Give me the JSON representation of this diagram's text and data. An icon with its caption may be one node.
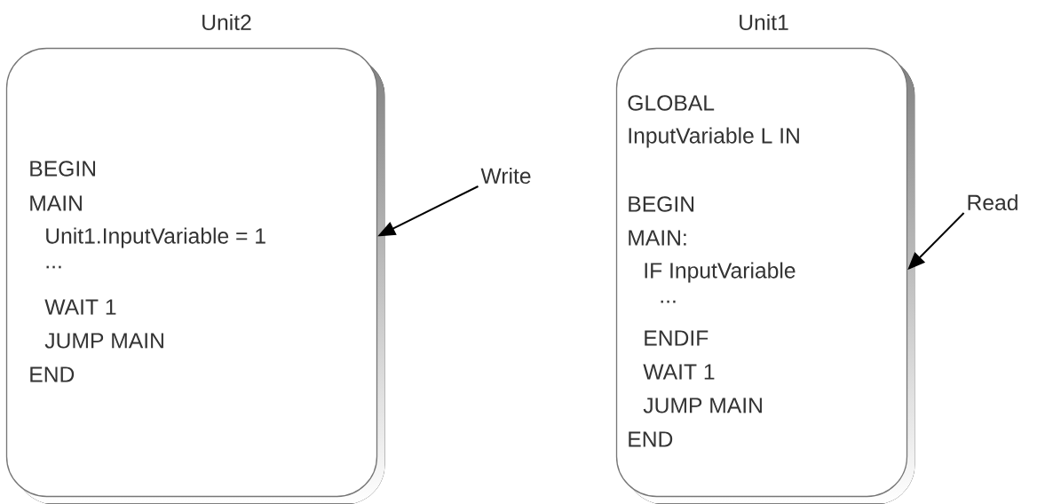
{
  "diagram": {
    "nodes": [
      {
        "text": [
          "Unit2",
          "BEGIN",
          "MAIN",
          "Unit1.InputVariable = 1",
          "...",
          "WAIT 1",
          "JUMP MAIN",
          "END"
        ]
      },
      {
        "text": [
          "Write"
        ]
      },
      {
        "text": [
          "Unit1",
          "GLOBAL",
          "InputVariable L IN",
          "BEGIN",
          "MAIN:",
          "IF InputVariable",
          "...",
          "ENDIF",
          "WAIT 1",
          "JUMP MAIN",
          "END"
        ]
      },
      {
        "text": [
          "Read"
        ]
      }
    ],
    "edges": [
      {
        "from": 1,
        "to": 0,
        "arrow": "to"
      },
      {
        "from": 3,
        "to": 2,
        "arrow": "to"
      }
    ]
  }
}
